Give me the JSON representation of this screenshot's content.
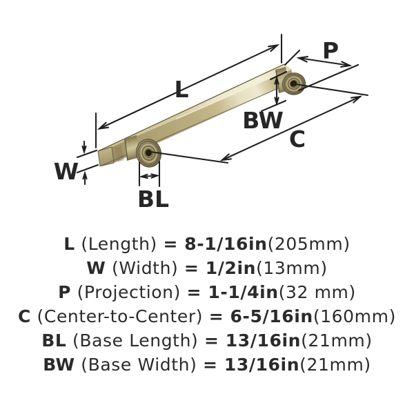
{
  "diagram": {
    "labels": {
      "length": "L",
      "projection": "P",
      "base_width": "BW",
      "center_to_center": "C",
      "width": "W",
      "base_length": "BL"
    },
    "colors": {
      "metal": "#b3a77b",
      "metal_dark": "#6b6044",
      "metal_light": "#ece7cb",
      "line": "#1f1f1f",
      "text": "#2b2b2b"
    }
  },
  "specs": {
    "rows": [
      {
        "abbr": "L",
        "name": " (Length) ",
        "value": "= 8-1/16in",
        "metric": "(205mm)"
      },
      {
        "abbr": "W",
        "name": " (Width) ",
        "value": "= 1/2in",
        "metric": "(13mm)"
      },
      {
        "abbr": "P",
        "name": " (Projection) ",
        "value": "= 1-1/4in",
        "metric": "(32 mm)"
      },
      {
        "abbr": "C",
        "name": " (Center-to-Center) ",
        "value": "= 6-5/16in",
        "metric": "(160mm)"
      },
      {
        "abbr": "BL",
        "name": " (Base Length) ",
        "value": "= 13/16in",
        "metric": "(21mm)"
      },
      {
        "abbr": "BW",
        "name": " (Base Width) ",
        "value": "= 13/16in",
        "metric": "(21mm)"
      }
    ]
  }
}
